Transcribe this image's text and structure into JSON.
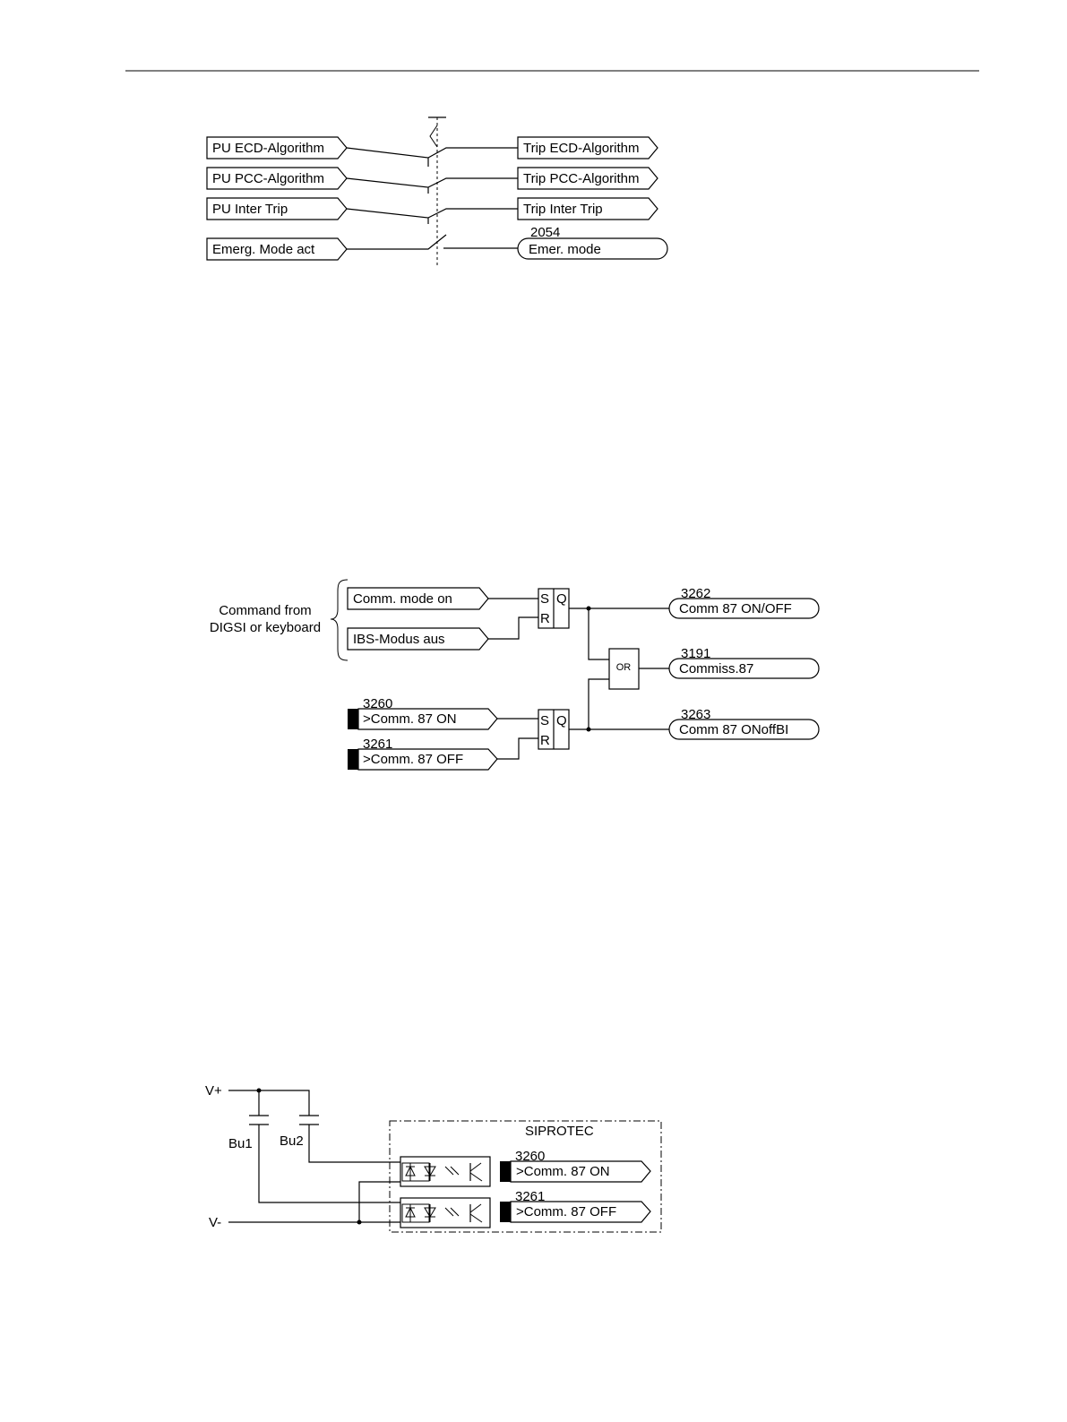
{
  "diagram1": {
    "inputs": [
      "PU ECD-Algorithm",
      "PU PCC-Algorithm",
      "PU Inter Trip",
      "Emerg. Mode act"
    ],
    "outputs": [
      "Trip ECD-Algorithm",
      "Trip PCC-Algorithm",
      "Trip Inter Trip"
    ],
    "annunciation_no": "2054",
    "annunciation": "Emer. mode"
  },
  "diagram2": {
    "command_label_line1": "Command from",
    "command_label_line2": "DIGSI or keyboard",
    "cmd_on": "Comm. mode on",
    "cmd_off": "IBS-Modus aus",
    "flipflop_s": "S",
    "flipflop_r": "R",
    "flipflop_q": "Q",
    "or_label": "OR",
    "bi_on_no": "3260",
    "bi_on": ">Comm. 87 ON",
    "bi_off_no": "3261",
    "bi_off": ">Comm. 87 OFF",
    "out1_no": "3262",
    "out1": "Comm 87 ON/OFF",
    "out2_no": "3191",
    "out2": "Commiss.87",
    "out3_no": "3263",
    "out3": "Comm 87 ONoffBI"
  },
  "diagram3": {
    "vplus": "V+",
    "vminus": "V-",
    "bu1": "Bu1",
    "bu2": "Bu2",
    "device": "SIPROTEC",
    "bi_on_no": "3260",
    "bi_on": ">Comm. 87 ON",
    "bi_off_no": "3261",
    "bi_off": ">Comm. 87 OFF"
  }
}
